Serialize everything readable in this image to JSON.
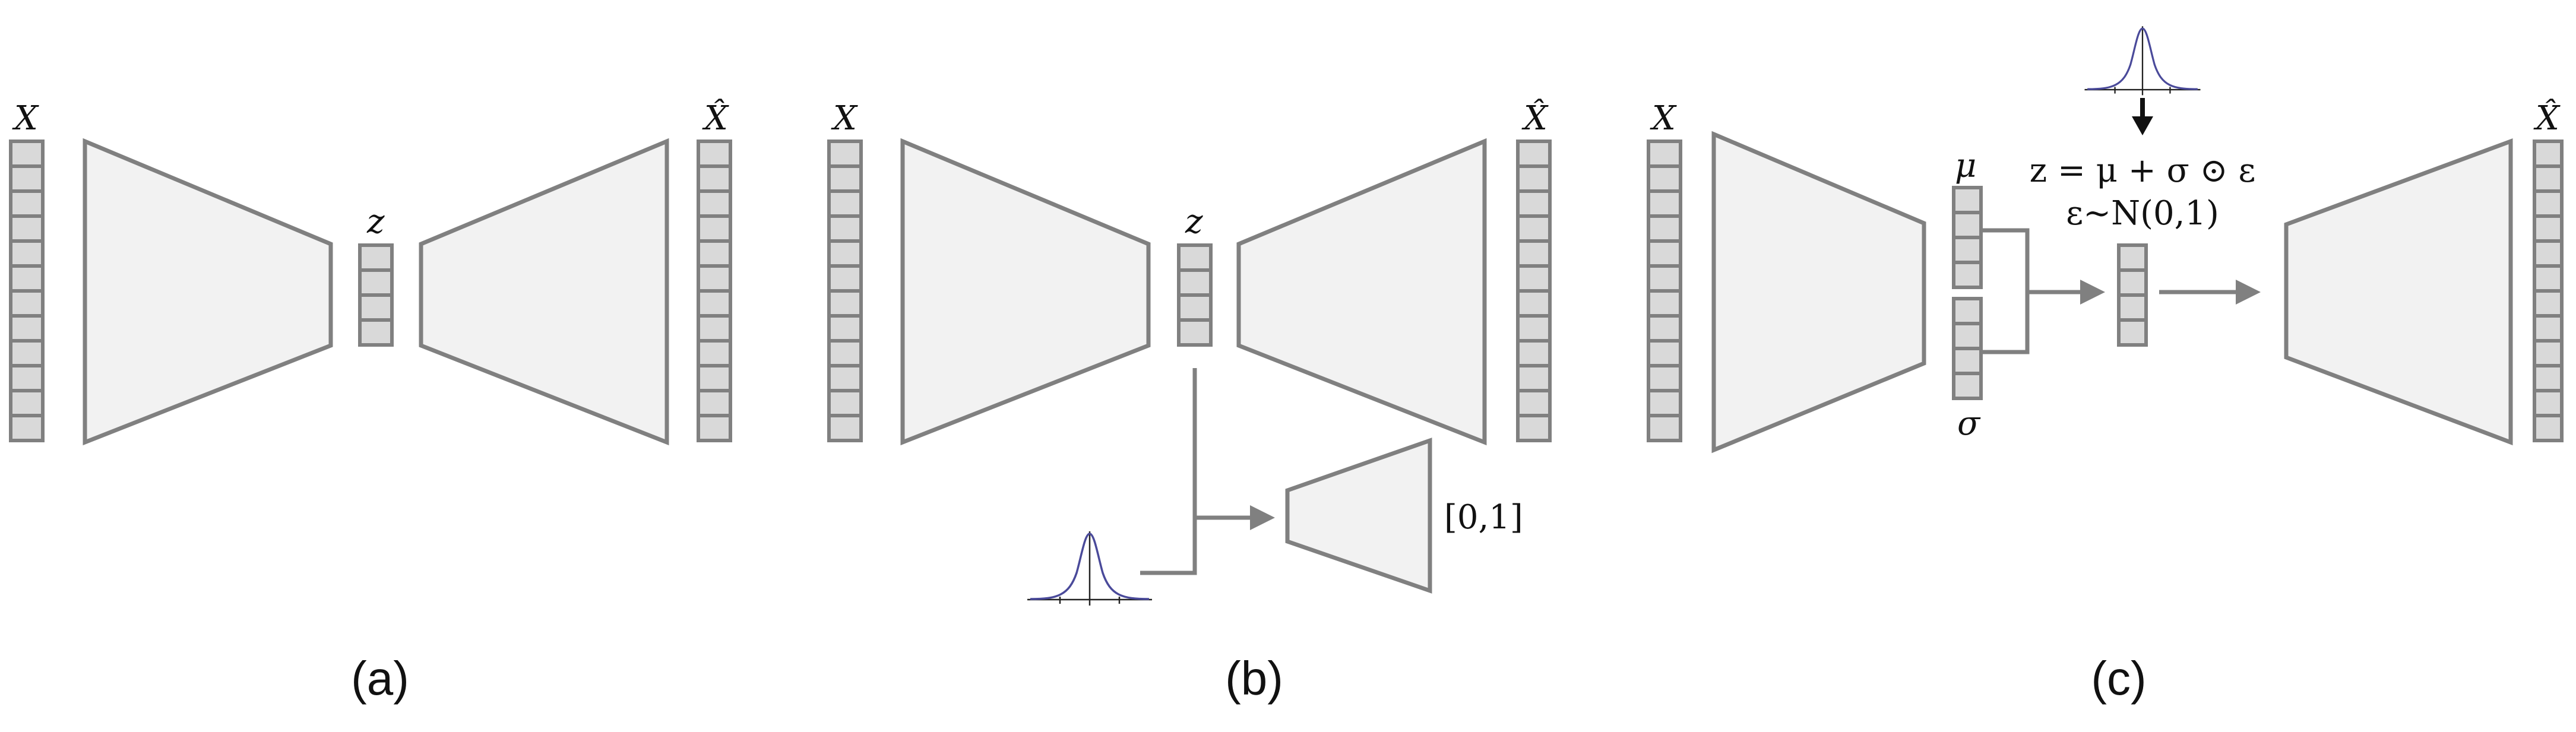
{
  "colors": {
    "stroke": "#808080",
    "cell_fill": "#d9d9d9",
    "trapezoid_fill": "#f2f2f2",
    "gaussian": "#4a4a9a",
    "text": "#111111"
  },
  "panels": {
    "a": {
      "caption": "(a)",
      "input_label": "X",
      "latent_label": "z",
      "output_label": "X̂"
    },
    "b": {
      "caption": "(b)",
      "input_label": "X",
      "latent_label": "z",
      "output_label": "X̂",
      "discriminator_output": "[0,1]"
    },
    "c": {
      "caption": "(c)",
      "input_label": "X",
      "output_label": "X̂",
      "mu_label": "μ",
      "sigma_label": "σ",
      "reparam_formula": "z = μ + σ ⊙ ε",
      "noise_formula": "ε~N(0,1)"
    }
  },
  "icons": [
    "gaussian-icon",
    "arrow-icon"
  ]
}
